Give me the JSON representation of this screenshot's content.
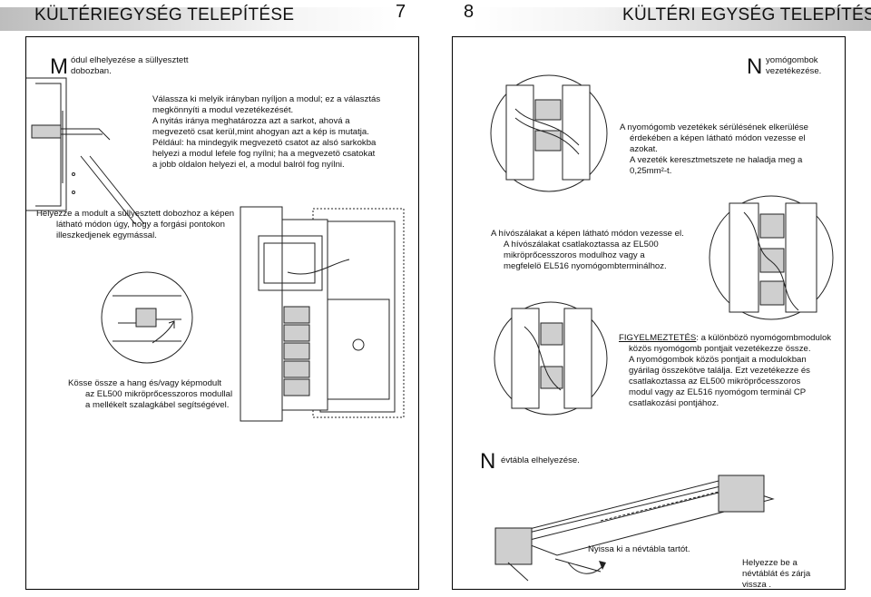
{
  "left_page": {
    "header": "KÜLTÉRIEGYSÉG TELEPÍTÉSE",
    "page_number": "7",
    "section_initial": "M",
    "section_line1": "ódul elhelyezése a süllyesztett",
    "section_line2": "dobozban.",
    "para1": [
      "Válassza ki melyik irányban nyíljon a modul; ez a választás",
      "megkönnyíti a modul vezetékezését.",
      "A nyitás iránya meghatározza azt a sarkot, ahová a",
      "megvezetö csat kerül,mint ahogyan azt a kép is mutatja.",
      "Például: ha mindegyik megvezetö csatot az alsó sarkokba",
      "helyezi a modul lefele fog nyílni; ha a megvezetö csatokat",
      "a jobb oldalon helyezi el, a modul balról fog nyílni."
    ],
    "para2": [
      "Helyezze a modult a süllyesztett dobozhoz a képen",
      "látható módon úgy, hogy a forgási pontokon",
      "illeszkedjenek egymással."
    ],
    "para3": [
      "Kösse össze a hang és/vagy képmodult",
      "az EL500 mikröprőcesszoros modullal",
      "a mellékelt szalagkábel segítségével."
    ]
  },
  "right_page": {
    "header": "KÜLTÉRI EGYSÉG TELEPÍTÉSE",
    "page_number": "8",
    "section1_initial": "N",
    "section1_line1": "yomógombok",
    "section1_line2": "vezetékezése.",
    "para1": [
      "A nyomógomb vezetékek sérülésének elkerülése",
      "érdekében a képen látható módon vezesse el",
      "azokat.",
      "A vezeték keresztmetszete ne haladja meg a",
      "0,25mm²-t."
    ],
    "para2": [
      "A hívószálakat a képen látható módon vezesse el.",
      "A hívószálakat csatlakoztassa az EL500",
      "mikröprőcesszoros modulhoz vagy a",
      "megfelelö  EL516 nyomógombterminálhoz."
    ],
    "warning_label": "FIGYELMEZTETÉS",
    "warning_rest": ": a különbözö nyomógombmodulok",
    "para3": [
      "közös nyomógomb pontjait vezetékezze össze.",
      "A nyomógombok közös pontjait a modulokban",
      "gyárilag összekötve találja. Ezt vezetékezze és",
      "csatlakoztassa az  EL500 mikröprőcesszoros",
      "modul vagy az EL516 nyomógom terminál CP",
      "csatlakozási pontjához."
    ],
    "section2_initial": "N",
    "section2_line1": "évtábla elhelyezése.",
    "caption_open": "Nyissa ki a névtábla tartót.",
    "caption_close": [
      "Helyezze be a",
      "névtáblát és zárja",
      "vissza ."
    ]
  },
  "colors": {
    "header_gradient": "#bdbdbd",
    "line": "#222222",
    "text": "#111111"
  }
}
